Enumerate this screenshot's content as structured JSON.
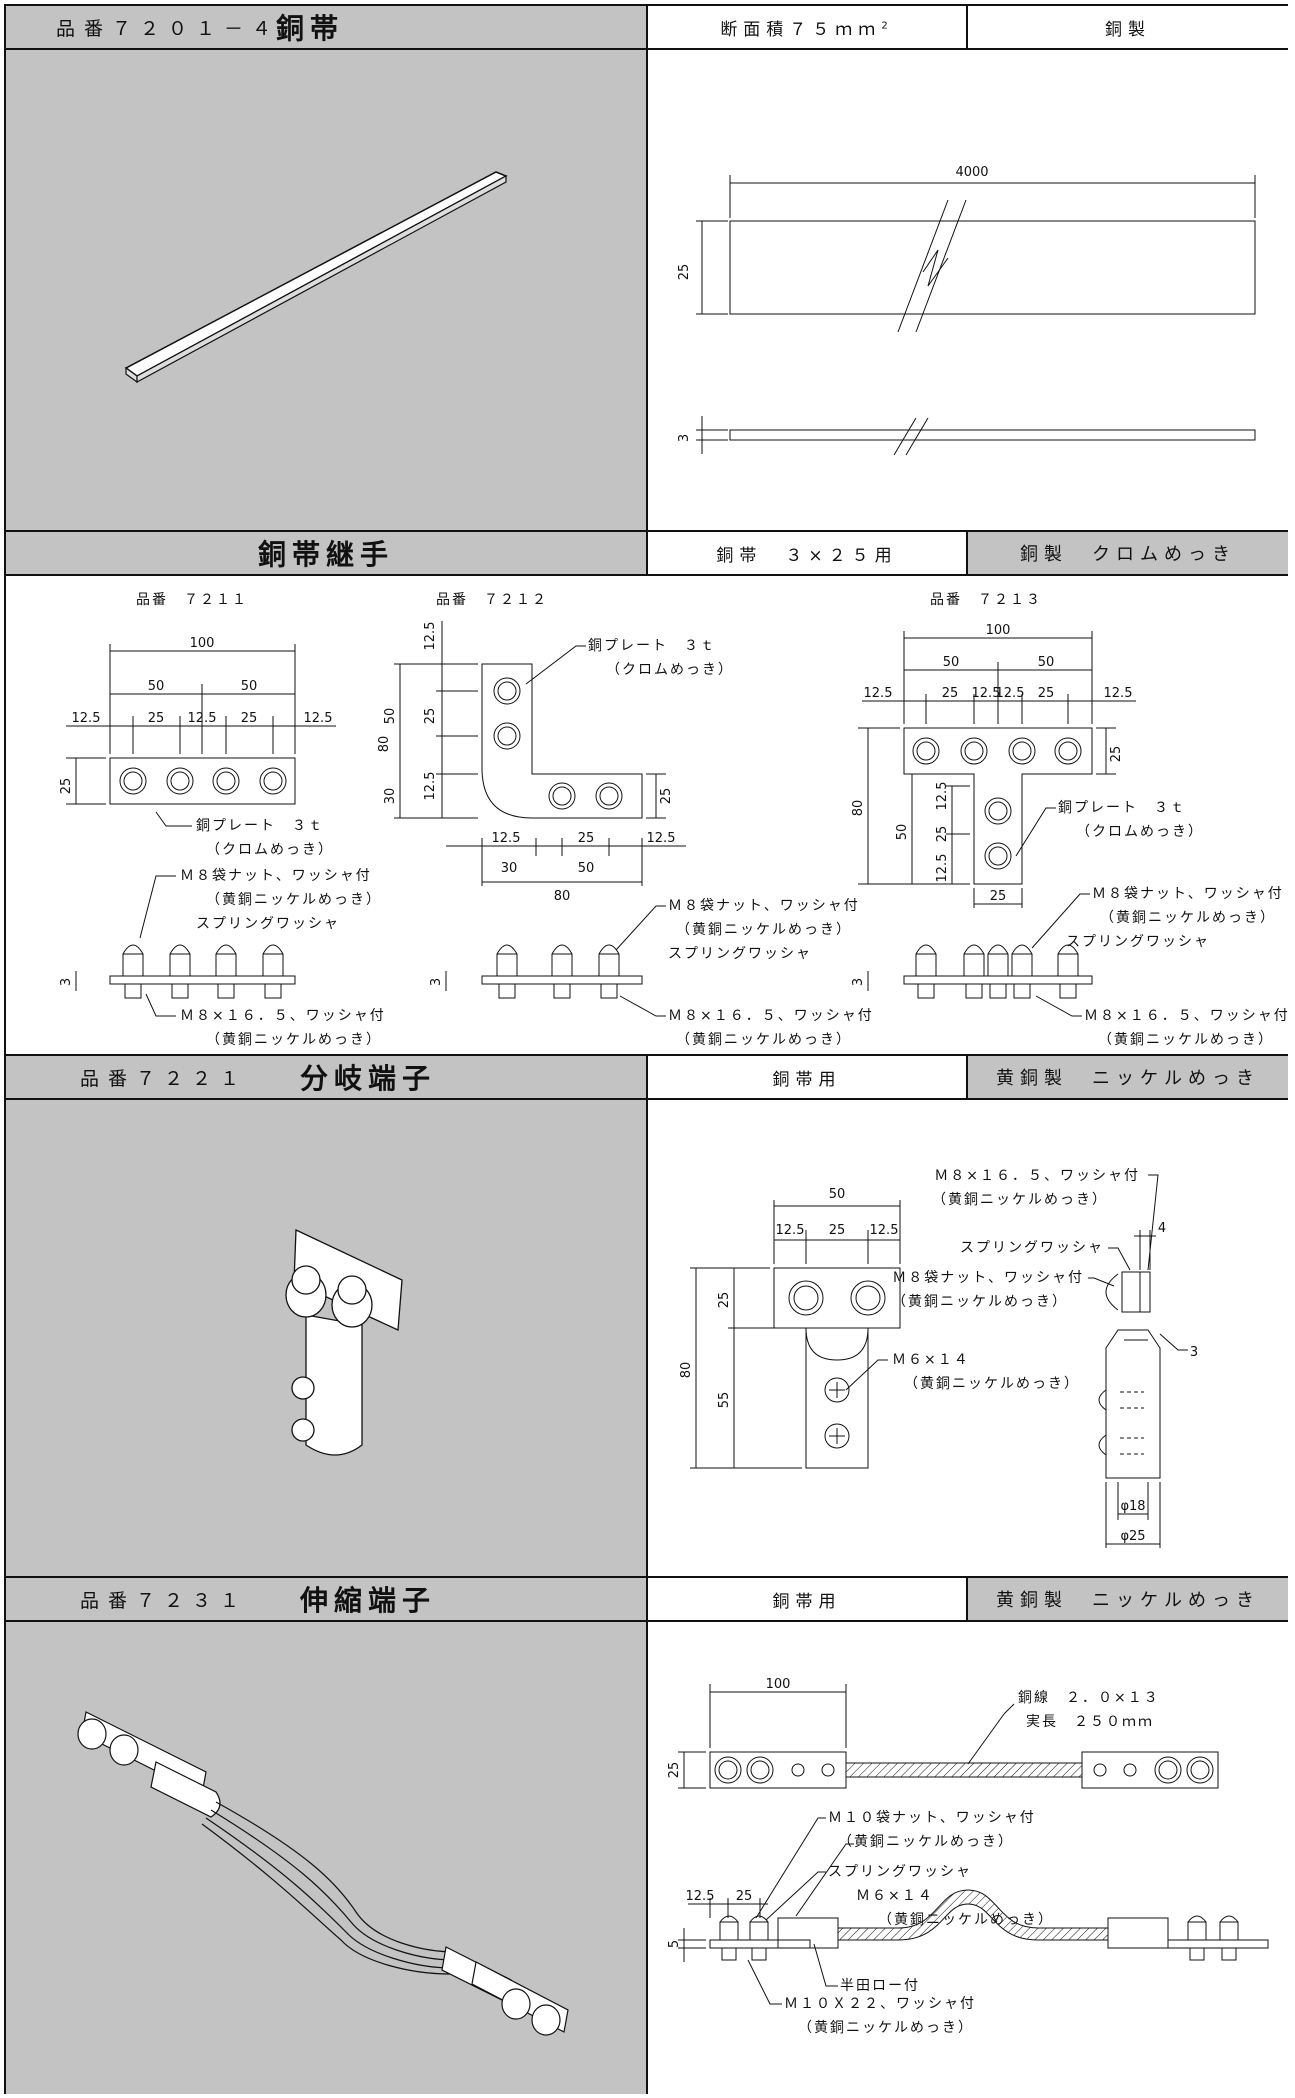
{
  "sections": [
    {
      "part_no": "品番７２０１－４",
      "title": "銅帯",
      "spec": "断面積７５ｍｍ",
      "spec_sup": "2",
      "material": "銅製",
      "dims": {
        "length": "4000",
        "width": "25",
        "thick": "3"
      }
    },
    {
      "title": "銅帯継手",
      "spec": "銅帯　３×２５用",
      "material": "銅製　クロムめっき",
      "items": [
        {
          "part_no": "品番　７２１１"
        },
        {
          "part_no": "品番　７２１２"
        },
        {
          "part_no": "品番　７２１３"
        }
      ],
      "labels": {
        "plate": "銅プレート　３ｔ",
        "chrome": "（クロムめっき）",
        "nut": "Ｍ８袋ナット、ワッシャ付",
        "brass": "（黄銅ニッケルめっき）",
        "spring": "スプリングワッシャ",
        "bolt": "Ｍ８×１６．５、ワッシャ付"
      },
      "dims": {
        "d100": "100",
        "d50": "50",
        "d25": "25",
        "d12": "12.5",
        "d80": "80",
        "d30": "30",
        "d3": "3"
      }
    },
    {
      "part_no": "品番７２２１",
      "title": "分岐端子",
      "spec": "銅帯用",
      "material": "黄銅製　ニッケルめっき",
      "labels": {
        "bolt": "Ｍ８×１６．５、ワッシャ付",
        "brass": "（黄銅ニッケルめっき）",
        "spring": "スプリングワッシャ",
        "nut": "Ｍ８袋ナット、ワッシャ付",
        "screw": "Ｍ６×１４"
      },
      "dims": {
        "d50": "50",
        "d12": "12.5",
        "d25": "25",
        "d80": "80",
        "d55": "55",
        "d4": "4",
        "d3": "3",
        "phi18": "φ18",
        "phi25": "φ25"
      }
    },
    {
      "part_no": "品番７２３１",
      "title": "伸縮端子",
      "spec": "銅帯用",
      "material": "黄銅製　ニッケルめっき",
      "labels": {
        "wire": "銅線　２．０×１３",
        "length": "実長　２５０ｍｍ",
        "nut": "Ｍ１０袋ナット、ワッシャ付",
        "brass": "（黄銅ニッケルめっき）",
        "spring": "スプリングワッシャ",
        "screw": "Ｍ６×１４",
        "solder": "半田ロー付",
        "bolt": "Ｍ１０Ｘ２２、ワッシャ付"
      },
      "dims": {
        "d100": "100",
        "d25": "25",
        "d12": "12.5",
        "d5": "5"
      }
    }
  ]
}
